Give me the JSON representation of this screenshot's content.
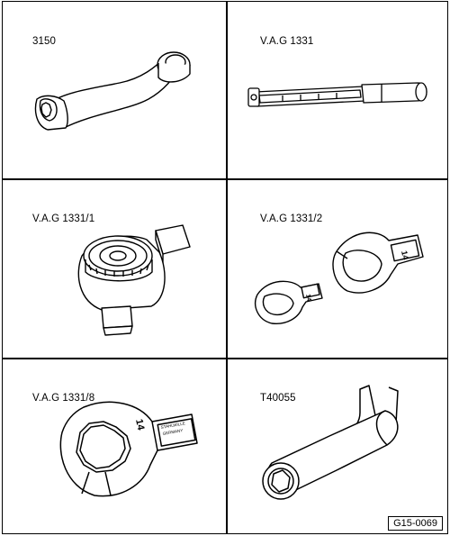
{
  "tools": [
    {
      "id": "tool-3150",
      "label": "3150",
      "icon": "crowfoot-extension-icon"
    },
    {
      "id": "tool-vag-1331",
      "label": "V.A.G 1331",
      "icon": "torque-wrench-icon"
    },
    {
      "id": "tool-vag-1331-1",
      "label": "V.A.G 1331/1",
      "icon": "ratchet-head-icon"
    },
    {
      "id": "tool-vag-1331-2",
      "label": "V.A.G 1331/2",
      "icon": "flare-nut-insert-set-icon"
    },
    {
      "id": "tool-vag-1331-8",
      "label": "V.A.G 1331/8",
      "icon": "ring-spanner-insert-icon"
    },
    {
      "id": "tool-t40055",
      "label": "T40055",
      "icon": "socket-adapter-icon"
    }
  ],
  "figure_ref": "G15-0069",
  "insert_markings": {
    "size_large": "14",
    "size_small": "14",
    "stamp_lines": [
      "STAHLWILLE",
      "GERMANY"
    ]
  }
}
